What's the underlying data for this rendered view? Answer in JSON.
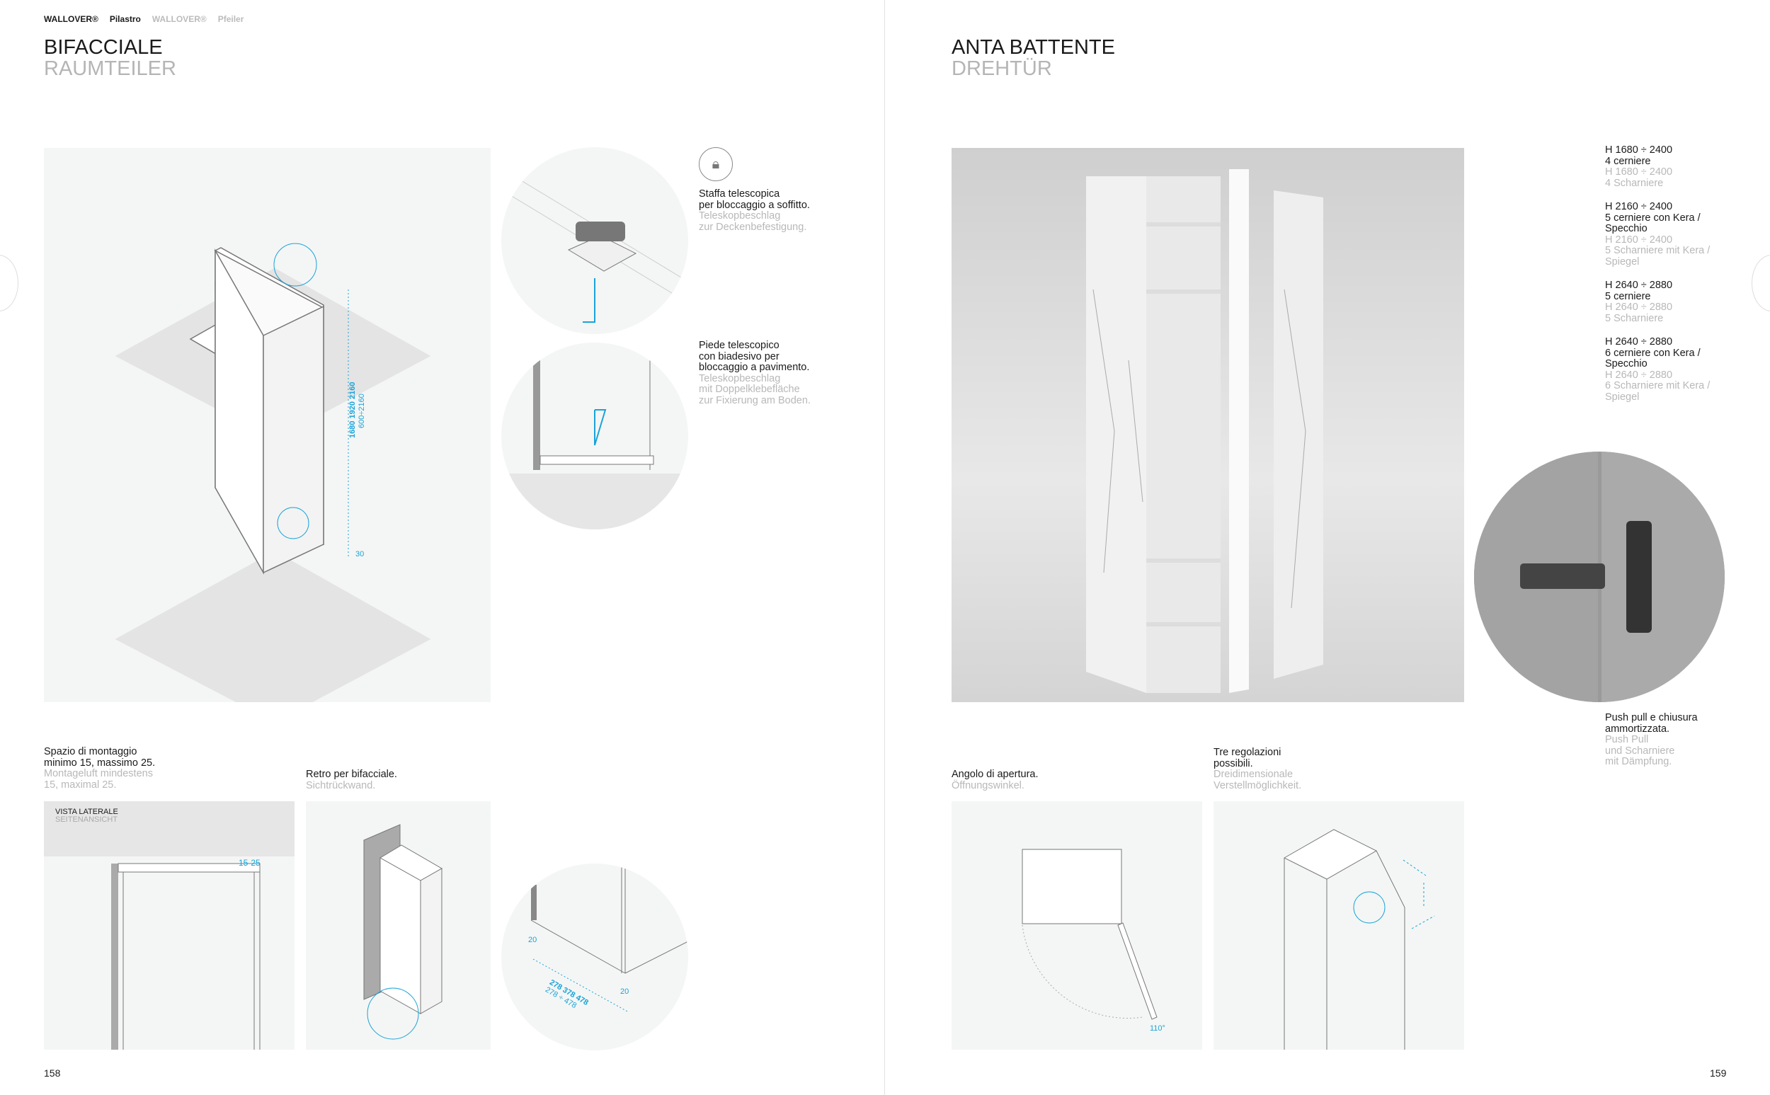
{
  "left": {
    "breadcrumb": {
      "brand": "WALLOVER®",
      "name": "Pilastro",
      "brand_de": "WALLOVER®",
      "name_de": "Pfeiler"
    },
    "title": "BIFACCIALE",
    "subtitle": "RAUMTEILER",
    "dims": {
      "heights": "1680  1920  2160",
      "range": "600÷2160",
      "base": "30"
    },
    "ceiling": {
      "it1": "Staffa telescopica",
      "it2": "per bloccaggio a soffitto.",
      "de1": "Teleskopbeschlag",
      "de2": "zur Deckenbefestigung."
    },
    "floor": {
      "it1": "Piede telescopico",
      "it2": "con biadesivo per",
      "it3": "bloccaggio a pavimento.",
      "de1": "Teleskopbeschlag",
      "de2": "mit Doppelklebefläche",
      "de3": "zur Fixierung am Boden."
    },
    "gap": {
      "it1": "Spazio di montaggio",
      "it2": "minimo 15, massimo 25.",
      "de1": "Montageluft mindestens",
      "de2": "15, maximal 25.",
      "view": "VISTA LATERALE",
      "view_de": "SEITENANSICHT",
      "dim": "15-25"
    },
    "back": {
      "it1": "Retro per bifacciale.",
      "de1": "Sichtrückwand."
    },
    "depth": {
      "d1": "20",
      "d2": "20",
      "sizes": "278 378 478",
      "range": "278 ÷ 478"
    },
    "page": "158"
  },
  "right": {
    "title": "ANTA BATTENTE",
    "subtitle": "DREHTÜR",
    "specs": [
      {
        "h": "H 1680 ÷ 2400",
        "it": [
          "4 cerniere"
        ],
        "de": [
          "H 1680 ÷ 2400",
          "4 Scharniere"
        ]
      },
      {
        "h": "H 2160 ÷ 2400",
        "it": [
          "5 cerniere con Kera /",
          "Specchio"
        ],
        "de": [
          "H 2160 ÷ 2400",
          "5 Scharniere mit Kera /",
          "Spiegel"
        ]
      },
      {
        "h": "H 2640 ÷ 2880",
        "it": [
          "5 cerniere"
        ],
        "de": [
          "H 2640 ÷ 2880",
          "5 Scharniere"
        ]
      },
      {
        "h": "H 2640 ÷ 2880",
        "it": [
          "6 cerniere con Kera /",
          "Specchio"
        ],
        "de": [
          "H 2640 ÷ 2880",
          "6 Scharniere mit Kera /",
          "Spiegel"
        ]
      }
    ],
    "push": {
      "it1": "Push pull e chiusura",
      "it2": "ammortizzata.",
      "de1": "Push Pull",
      "de2": "und Scharniere",
      "de3": "mit Dämpfung."
    },
    "angle": {
      "it1": "Angolo di apertura.",
      "de1": "Öffnungswinkel.",
      "value": "110°"
    },
    "adjust": {
      "it1": "Tre regolazioni",
      "it2": "possibili.",
      "de1": "Dreidimensionale",
      "de2": "Verstellmöglichkeit."
    },
    "page": "159"
  },
  "colors": {
    "accent": "#1aa3d9",
    "panel": "#f4f6f5",
    "grey": "#b8b8b8"
  }
}
